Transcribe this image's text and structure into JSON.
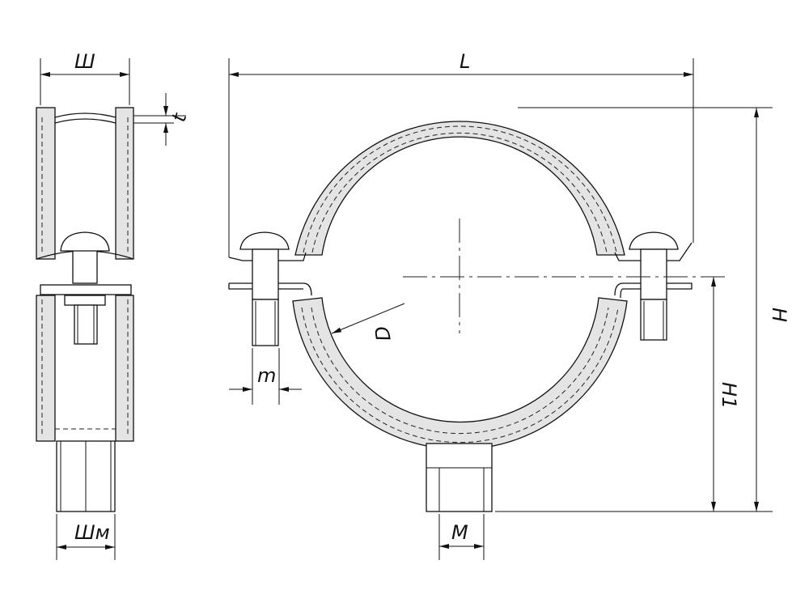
{
  "dimensions": {
    "width_label": "Ш",
    "thickness_label": "t",
    "length_label": "L",
    "height_label": "H",
    "center_height_label": "H1",
    "diameter_label": "D",
    "bolt_label": "m",
    "nut_width_label": "Шм",
    "thread_label": "M"
  },
  "colors": {
    "liner": "#e4e4e4",
    "lines": "#111111"
  }
}
